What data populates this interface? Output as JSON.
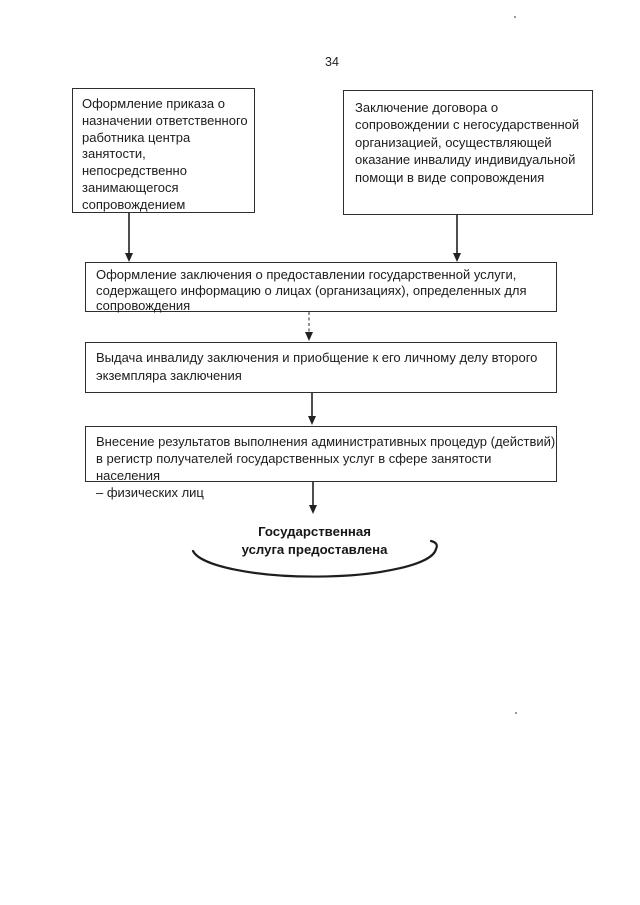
{
  "page": {
    "number": "34",
    "background_color": "#ffffff",
    "ink_color": "#1c1c1c"
  },
  "flowchart": {
    "top_left_box": {
      "text": "Оформление приказа о\nназначении ответственного\nработника центра\nзанятости,\nнепосредственно\nзанимающегося\nсопровождением"
    },
    "top_right_box": {
      "text": "Заключение договора о\nсопровождении с негосударственной\nорганизацией, осуществляющей\nоказание инвалиду индивидуальной\nпомощи в виде сопровождения"
    },
    "conclusion_box": {
      "text": "Оформление заключения о предоставлении государственной услуги,\nсодержащего информацию о лицах (организациях), определенных для\nсопровождения"
    },
    "delivery_box": {
      "text": "Выдача инвалиду заключения и приобщение к его личному делу второго\nэкземпляра заключения"
    },
    "register_box": {
      "text": "Внесение результатов выполнения административных процедур (действий)\nв регистр получателей государственных услуг в сфере занятости населения\n– физических лиц"
    },
    "terminator": {
      "text": "Государственная\nуслуга предоставлена"
    }
  }
}
